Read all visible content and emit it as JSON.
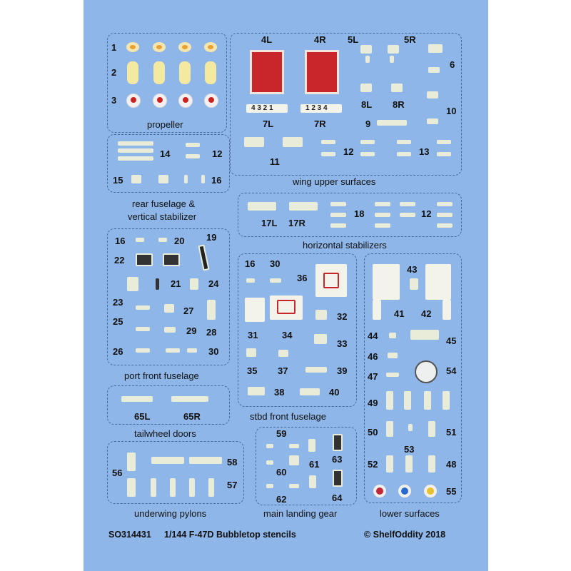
{
  "sheet": {
    "code": "SO314431",
    "title": "1/144 F-47D Bubbletop stencils",
    "copyright": "© ShelfOddity 2018"
  },
  "groups": {
    "propeller": "propeller",
    "rear_fuselage_1": "rear fuselage &",
    "rear_fuselage_2": "vertical stabilizer",
    "wing_upper": "wing upper surfaces",
    "horizontal": "horizontal stabilizers",
    "port_front": "port front fuselage",
    "stbd_front": "stbd front fuselage",
    "tailwheel": "tailwheel doors",
    "underwing": "underwing pylons",
    "main_gear": "main landing gear",
    "lower": "lower surfaces"
  },
  "numbers": {
    "n1": "1",
    "n2": "2",
    "n3": "3",
    "n4L": "4L",
    "n4R": "4R",
    "n5L": "5L",
    "n5R": "5R",
    "n6": "6",
    "n7L": "7L",
    "n7R": "7R",
    "n8L": "8L",
    "n8R": "8R",
    "n9": "9",
    "n10": "10",
    "n11": "11",
    "n12a": "12",
    "n13": "13",
    "n14": "14",
    "n12b": "12",
    "n15": "15",
    "n16a": "16",
    "n17L": "17L",
    "n17R": "17R",
    "n18": "18",
    "n12c": "12",
    "n16b": "16",
    "n20": "20",
    "n19": "19",
    "n22": "22",
    "n21": "21",
    "n24": "24",
    "n23": "23",
    "n25": "25",
    "n27": "27",
    "n28": "28",
    "n29": "29",
    "n26": "26",
    "n30a": "30",
    "n16c": "16",
    "n30b": "30",
    "n36": "36",
    "n32": "32",
    "n31": "31",
    "n34": "34",
    "n33": "33",
    "n35": "35",
    "n37": "37",
    "n39": "39",
    "n38": "38",
    "n40": "40",
    "n43": "43",
    "n41": "41",
    "n42": "42",
    "n44": "44",
    "n45": "45",
    "n46": "46",
    "n47": "47",
    "n54": "54",
    "n49": "49",
    "n50": "50",
    "n51": "51",
    "n53": "53",
    "n52": "52",
    "n48": "48",
    "n55": "55",
    "n65L": "65L",
    "n65R": "65R",
    "n56": "56",
    "n58": "58",
    "n57": "57",
    "n59": "59",
    "n63": "63",
    "n60": "60",
    "n61": "61",
    "n62": "62",
    "n64": "64"
  },
  "marks": {
    "digits_left": "4 3 2 1",
    "digits_right": "1 2 3 4"
  },
  "colors": {
    "sheet_bg": "#8fb6e8",
    "red_panel": "#c8262b",
    "roundel_red": "#c0283a",
    "roundel_blue": "#2a6ad0",
    "roundel_yellow": "#e8c030"
  }
}
